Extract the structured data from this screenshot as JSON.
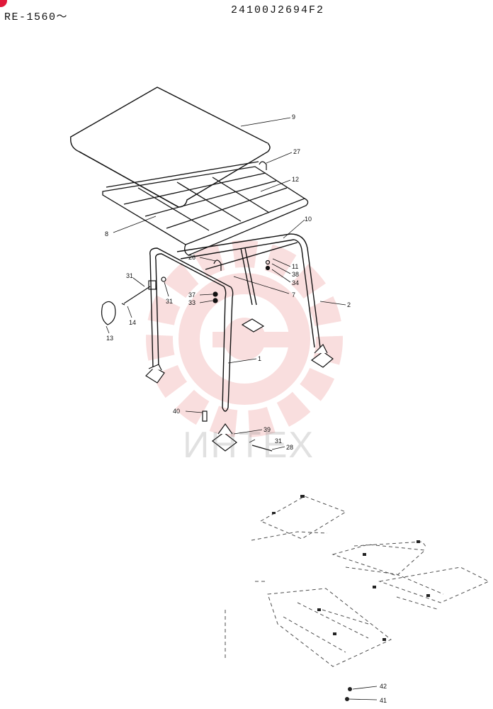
{
  "header": {
    "model_code": "RE-1560〜",
    "drawing_number": "24100J2694F2"
  },
  "watermark": {
    "text": "ИНТЕХ",
    "color": "#f2b8b8"
  },
  "corner_mark_color": "#e0193a",
  "callouts": {
    "c9": "9",
    "c27": "27",
    "c12": "12",
    "c8": "8",
    "c10": "10",
    "c26": "26",
    "c11": "11",
    "c38": "38",
    "c34": "34",
    "c7": "7",
    "c2": "2",
    "c31a": "31",
    "c31b": "31",
    "c37": "37",
    "c33": "33",
    "c14": "14",
    "c13": "13",
    "c1": "1",
    "c40": "40",
    "c39": "39",
    "c31c": "31",
    "c28": "28",
    "c42": "42",
    "c41": "41"
  }
}
